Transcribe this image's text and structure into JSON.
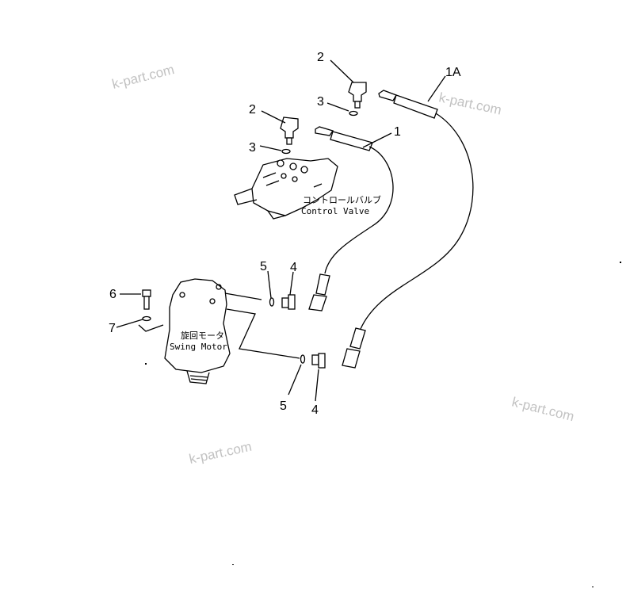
{
  "callouts": {
    "c1": "1",
    "c1A": "1A",
    "c2a": "2",
    "c2b": "2",
    "c3a": "3",
    "c3b": "3",
    "c4a": "4",
    "c4b": "4",
    "c5a": "5",
    "c5b": "5",
    "c6": "6",
    "c7": "7"
  },
  "labels": {
    "control_valve_jp": "コントロールバルブ",
    "control_valve_en": "Control Valve",
    "swing_motor_jp": "旋回モータ",
    "swing_motor_en": "Swing Motor"
  },
  "watermarks": [
    "k-part.com",
    "k-part.com",
    "k-part.com",
    "k-part.com"
  ]
}
